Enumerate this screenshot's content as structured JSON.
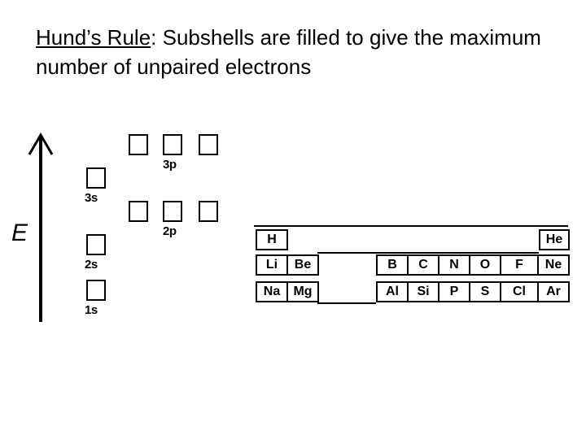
{
  "title": {
    "rule_name": "Hund’s Rule",
    "rest": ": Subshells are filled to give the maximum number of unpaired electrons"
  },
  "energy_axis": {
    "label": "E",
    "direction": "up"
  },
  "subshells": {
    "s1": {
      "label": "1s",
      "orbitals": 1
    },
    "s2": {
      "label": "2s",
      "orbitals": 1
    },
    "p2": {
      "label": "2p",
      "orbitals": 3
    },
    "s3": {
      "label": "3s",
      "orbitals": 1
    },
    "p3": {
      "label": "3p",
      "orbitals": 3
    }
  },
  "periodic_table": {
    "row1": [
      "H",
      "He"
    ],
    "row2": [
      "Li",
      "Be",
      "B",
      "C",
      "N",
      "O",
      "F",
      "Ne"
    ],
    "row3": [
      "Na",
      "Mg",
      "Al",
      "Si",
      "P",
      "S",
      "Cl",
      "Ar"
    ]
  }
}
